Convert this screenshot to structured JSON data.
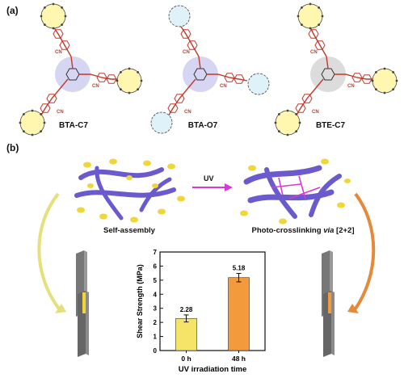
{
  "panels": {
    "a": "(a)",
    "b": "(b)"
  },
  "molecules": [
    {
      "name": "BTA-C7",
      "core": "amide",
      "ring": "crown"
    },
    {
      "name": "BTA-O7",
      "core": "amide",
      "ring": "oxa"
    },
    {
      "name": "BTE-C7",
      "core": "ester",
      "ring": "crown"
    }
  ],
  "labels": {
    "cn": "CN",
    "uv_arrow": "UV",
    "self_assembly": "Self-assembly",
    "photo_crosslinking_prefix": "Photo-crosslinking ",
    "photo_crosslinking_via": "via",
    "photo_crosslinking_suffix": " [2+2]"
  },
  "colors": {
    "linker_red": "#c0392b",
    "backbone": "#6a5acd",
    "crown_fill": "#fff7b0",
    "oxa_fill": "#dff2fa",
    "amide_core": "#d6d6f3",
    "ester_core": "#dcdcdc",
    "bar_0h": "#f5e468",
    "bar_48h": "#f39a3c",
    "arrow_left": "#e6e07a",
    "arrow_right": "#e58a3a",
    "uv_arrow": "#d63ad6"
  },
  "chart_data": {
    "type": "bar",
    "categories": [
      "0 h",
      "48 h"
    ],
    "values": [
      2.28,
      5.18
    ],
    "errors": [
      0.25,
      0.3
    ],
    "data_labels": [
      "2.28",
      "5.18"
    ],
    "xlabel": "UV irradiation time",
    "ylabel": "Shear Strength (MPa)",
    "ylim": [
      0,
      7
    ],
    "yticks": [
      0,
      1,
      2,
      3,
      4,
      5,
      6,
      7
    ],
    "grid": false,
    "bar_colors": [
      "#f5e468",
      "#f39a3c"
    ]
  }
}
